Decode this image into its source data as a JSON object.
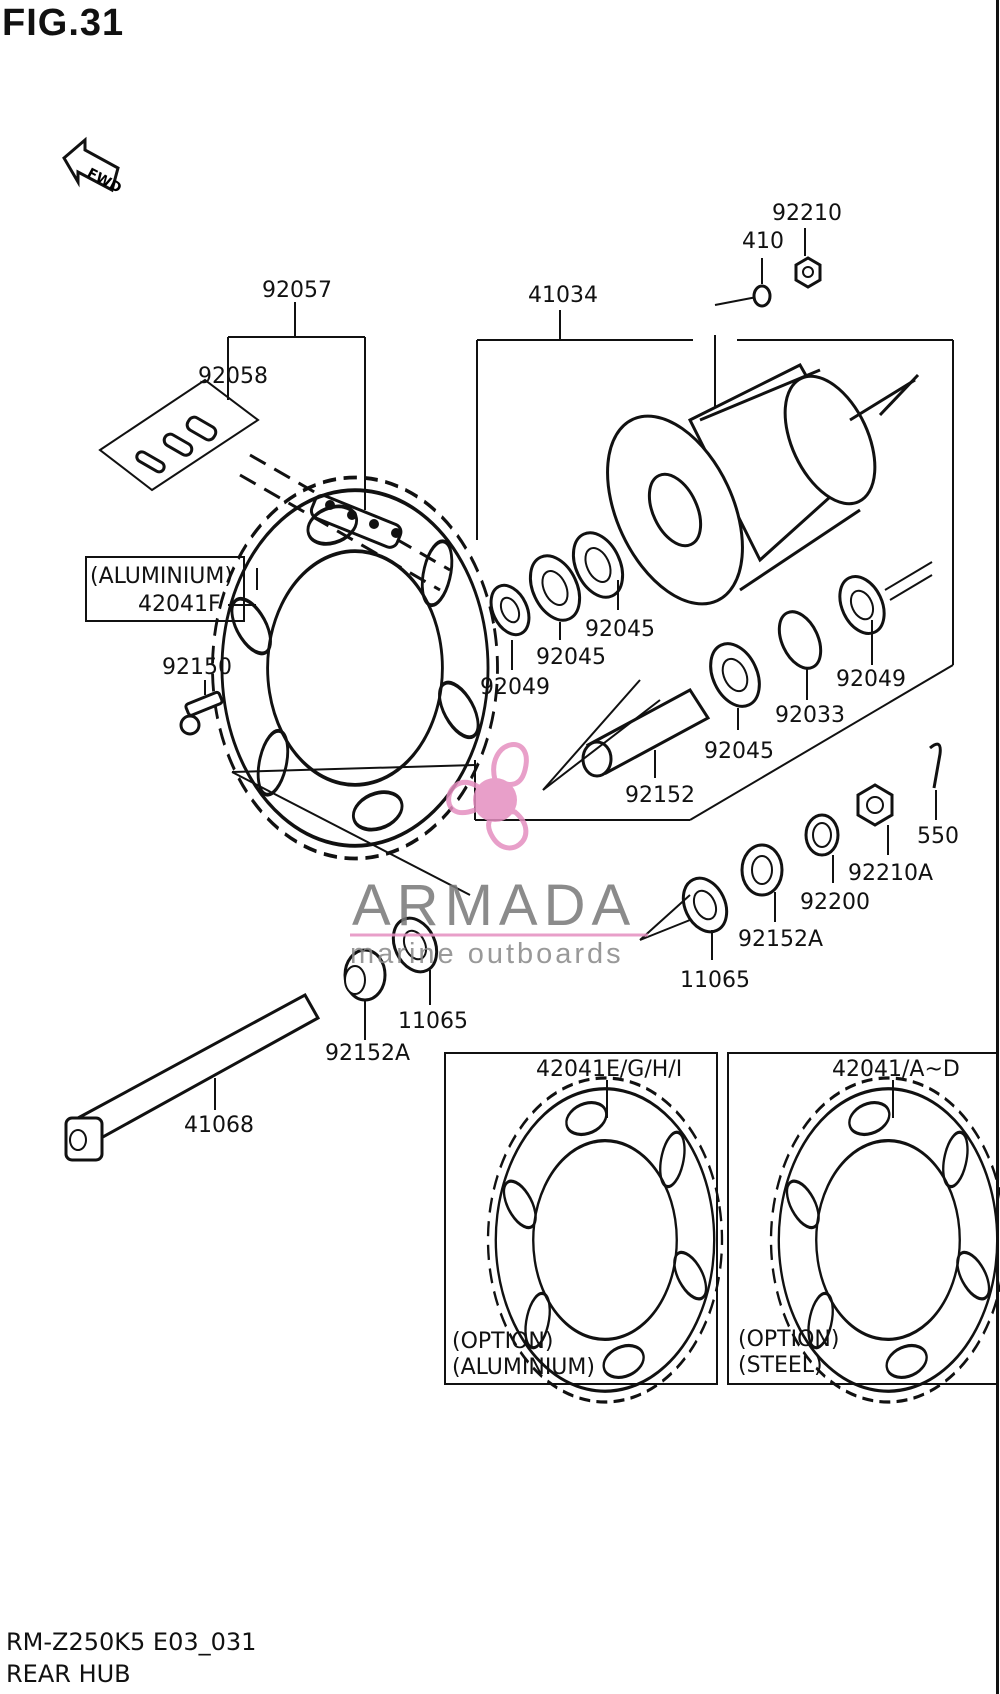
{
  "figure": {
    "title": "FIG.31",
    "code": "RM-Z250K5 E03_031",
    "name": "REAR HUB",
    "fwd": "FWD"
  },
  "labels": {
    "l92210": "92210",
    "l410": "410",
    "l41034": "41034",
    "l92057": "92057",
    "l92058": "92058",
    "aluminium": "(ALUMINIUM)",
    "l42041F": "42041F",
    "l92150": "92150",
    "l92049a": "92049",
    "l92045a": "92045",
    "l92045b": "92045",
    "l92049b": "92049",
    "l92033": "92033",
    "l92045c": "92045",
    "l92152": "92152",
    "l550": "550",
    "l92210A": "92210A",
    "l92200": "92200",
    "l92152Aa": "92152A",
    "l11065a": "11065",
    "l11065b": "11065",
    "l92152Ab": "92152A",
    "l41068": "41068",
    "l42041EGHI": "42041E/G/H/I",
    "l42041AD": "42041/A~D",
    "optionA1": "(OPTION)",
    "optionA2": "(ALUMINIUM)",
    "optionS1": "(OPTION)",
    "optionS2": "(STEEL)"
  },
  "watermark": {
    "title": "ARMADA",
    "subtitle": "marine outboards",
    "color": "#e58fc0"
  }
}
